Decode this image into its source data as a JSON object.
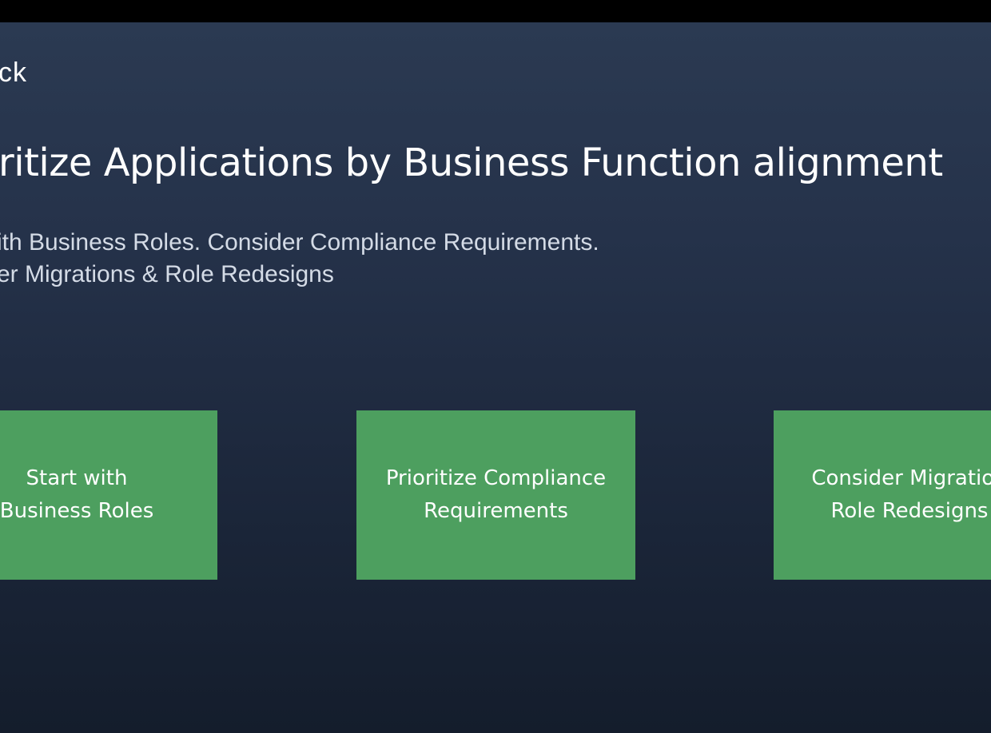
{
  "slide": {
    "logo_text": "ck",
    "title": "ritize Applications by Business Function alignment",
    "subtitle_line1": "ith Business Roles. Consider Compliance Requirements.",
    "subtitle_line2": "er Migrations & Role Redesigns",
    "cards": [
      {
        "label": "Start with\nBusiness Roles"
      },
      {
        "label": "Prioritize Compliance\nRequirements"
      },
      {
        "label": "Consider Migration\nRole Redesigns"
      }
    ],
    "colors": {
      "background_top": "#2b3a52",
      "background_bottom": "#141d2c",
      "card_fill": "#4d9f5f",
      "text": "#ffffff"
    }
  }
}
